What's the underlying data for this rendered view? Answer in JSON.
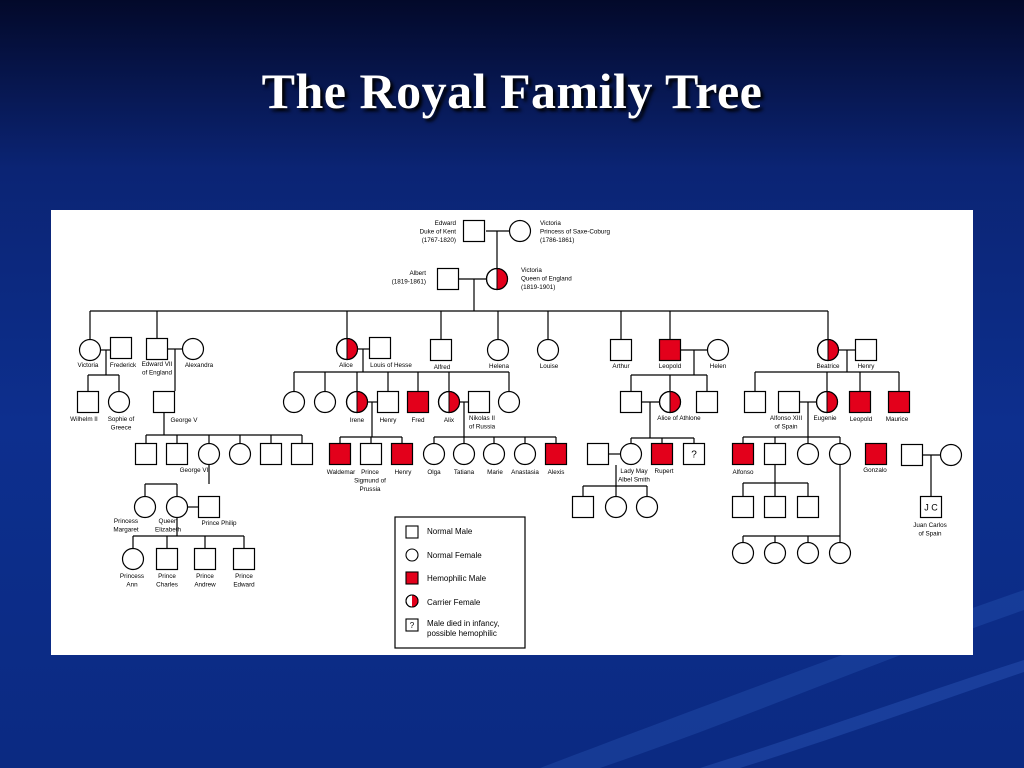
{
  "slide": {
    "title": "The Royal Family Tree",
    "colors": {
      "hemophilic": "#e3001b",
      "line": "#000000",
      "panel": "#ffffff",
      "title": "#ffffff"
    }
  },
  "people": {
    "edward": [
      "Edward",
      "Duke of Kent",
      "(1767-1820)"
    ],
    "victoria_saxe": [
      "Victoria",
      "Princess of Saxe-Coburg",
      "(1786-1861)"
    ],
    "albert": [
      "Albert",
      "(1819-1861)"
    ],
    "victoria_queen": [
      "Victoria",
      "Queen of England",
      "(1819-1901)"
    ],
    "victoria2": [
      "Victoria"
    ],
    "frederick": [
      "Frederick"
    ],
    "edward7": [
      "Edward VII",
      "of England"
    ],
    "alexandra": [
      "Alexandra"
    ],
    "alice": [
      "Alice"
    ],
    "louis": [
      "Louis of Hesse"
    ],
    "alfred": [
      "Alfred"
    ],
    "helena": [
      "Helena"
    ],
    "louise": [
      "Louise"
    ],
    "arthur": [
      "Arthur"
    ],
    "leopold": [
      "Leopold"
    ],
    "helen": [
      "Helen"
    ],
    "beatrice": [
      "Beatrice"
    ],
    "henry_b": [
      "Henry"
    ],
    "wilhelm": [
      "Wilhelm II"
    ],
    "sophie": [
      "Sophie of",
      "Greece"
    ],
    "george5": [
      "George V"
    ],
    "irene": [
      "Irene"
    ],
    "henry_i": [
      "Henry"
    ],
    "fred": [
      "Fred"
    ],
    "alix": [
      "Alix"
    ],
    "nicholas": [
      "Nikolas II",
      "of Russia"
    ],
    "alice_athlone": [
      "Alice of Athlone"
    ],
    "alfonso13": [
      "Alfonso XIII",
      "of Spain"
    ],
    "eugenie": [
      "Eugenie"
    ],
    "leopold2": [
      "Leopold"
    ],
    "maurice": [
      "Maurice"
    ],
    "george6": [
      "George VI"
    ],
    "waldemar": [
      "Waldemar"
    ],
    "sigmund": [
      "Prince",
      "Sigmund of",
      "Prussia"
    ],
    "henry3": [
      "Henry"
    ],
    "olga": [
      "Olga"
    ],
    "tatiana": [
      "Tatiana"
    ],
    "marie": [
      "Marie"
    ],
    "anastasia": [
      "Anastasia"
    ],
    "alexis": [
      "Alexis"
    ],
    "lady_may": [
      "Lady May",
      "Albel Smith"
    ],
    "rupert": [
      "Rupert"
    ],
    "alfonso": [
      "Alfonso"
    ],
    "gonzalo": [
      "Gonzalo"
    ],
    "margaret": [
      "Princess",
      "Margaret"
    ],
    "elizabeth": [
      "Queen",
      "Elizabeth"
    ],
    "philip": [
      "Prince Philip"
    ],
    "juan_carlos": [
      "Juan Carlos",
      "of Spain"
    ],
    "anne": [
      "Princess",
      "Ann"
    ],
    "charles": [
      "Prince",
      "Charles"
    ],
    "andrew": [
      "Prince",
      "Andrew"
    ],
    "edward_p": [
      "Prince",
      "Edward"
    ]
  },
  "symbols": {
    "question": "?",
    "juan_carlos_initials": "J C"
  },
  "legend": {
    "normal_male": "Normal Male",
    "normal_female": "Normal Female",
    "hemophilic_male": "Hemophilic Male",
    "carrier_female": "Carrier Female",
    "died_infancy": [
      "Male died in infancy,",
      "possible hemophilic"
    ]
  }
}
